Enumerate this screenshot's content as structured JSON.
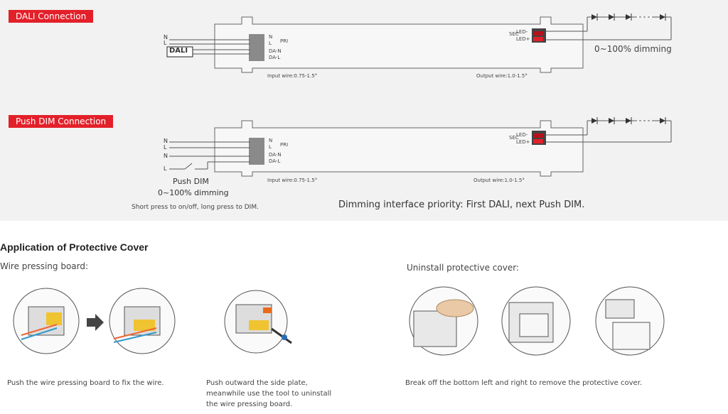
{
  "dali": {
    "tag": "DALI Connection",
    "label_n": "N",
    "label_l": "L",
    "dali_box": "DALI",
    "term_n": "N",
    "term_l": "L",
    "term_dan": "DA-N",
    "term_dal": "DA-L",
    "pri": "PRI",
    "sec": "SEC",
    "led_minus": "LED-",
    "led_plus": "LED+",
    "input_wire": "Input wire:0.75-1.5°",
    "output_wire": "Output wire:1.0-1.5°",
    "dimming": "0~100% dimming"
  },
  "push": {
    "tag": "Push DIM Connection",
    "label_n1": "N",
    "label_l1": "L",
    "label_n2": "N",
    "label_l2": "L",
    "term_n": "N",
    "term_l": "L",
    "term_dan": "DA-N",
    "term_dal": "DA-L",
    "pri": "PRI",
    "sec": "SEC",
    "led_minus": "LED-",
    "led_plus": "LED+",
    "input_wire": "Input wire:0.75-1.5°",
    "output_wire": "Output wire:1.0-1.5°",
    "push_dim": "Push DIM",
    "push_dimming": "0~100% dimming",
    "short_press": "Short press to on/off, long press to DIM.",
    "priority": "Dimming interface priority: First DALI, next Push DIM."
  },
  "cover": {
    "heading": "Application of Protective Cover",
    "wire_board": "Wire pressing board:",
    "uninstall": "Uninstall protective cover:",
    "caption1": "Push the wire pressing board to fix the wire.",
    "caption2_l1": "Push outward the side plate,",
    "caption2_l2": "meanwhile use the tool to uninstall",
    "caption2_l3": "the wire pressing board.",
    "caption3": "Break off the bottom left and right to remove the protective cover."
  },
  "colors": {
    "accent": "#e3202a",
    "panel": "#f2f2f2",
    "line": "#555555"
  }
}
